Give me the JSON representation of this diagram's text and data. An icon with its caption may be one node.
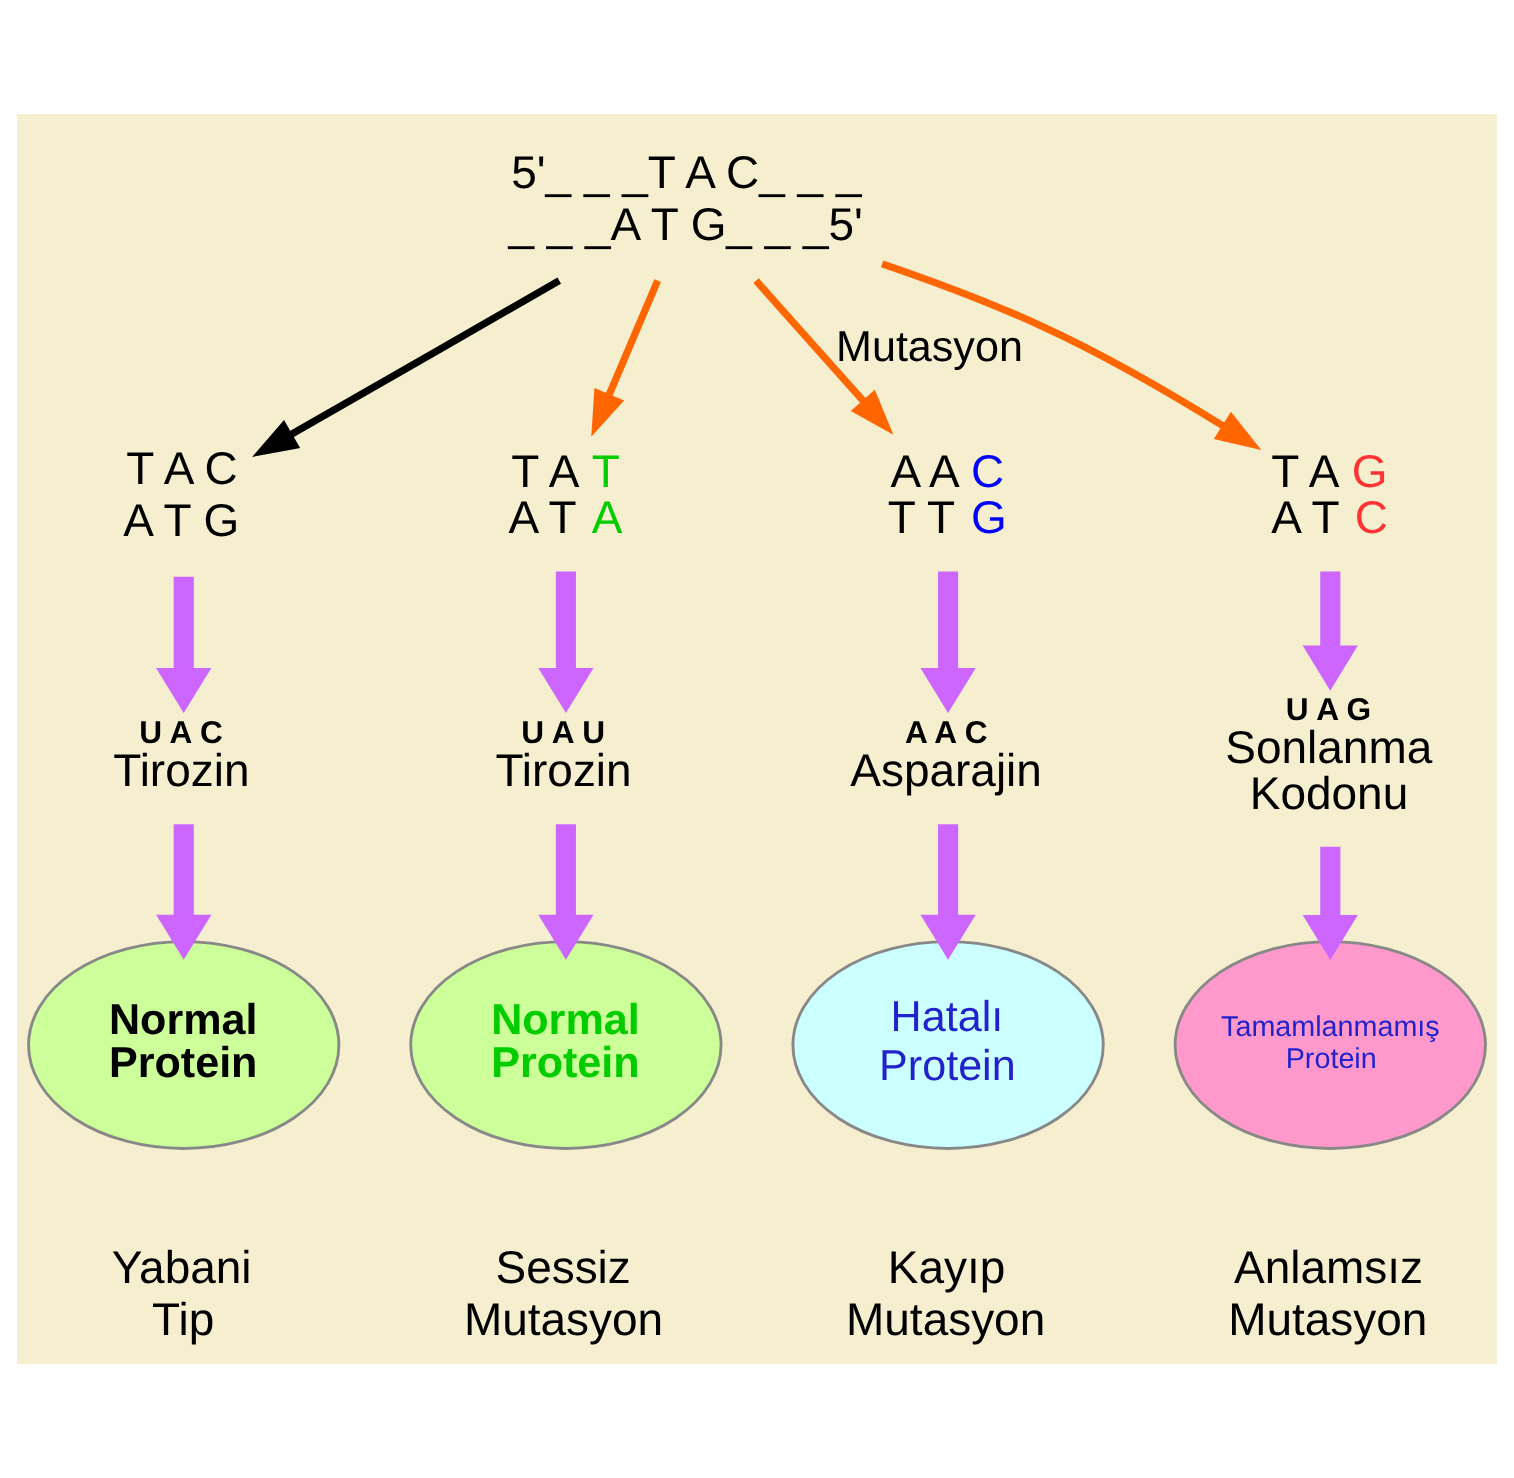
{
  "diagram": {
    "nodes": [
      {
        "text": [
          "5'_ _ _T A C_ _ _",
          "_ _ _A T G_ _ _5'"
        ]
      },
      {
        "text": [
          "T A C",
          "A T G"
        ]
      },
      {
        "text": [
          "T A T",
          "A T A"
        ]
      },
      {
        "text": [
          "A A C",
          "T T G"
        ]
      },
      {
        "text": [
          "T A G",
          "A T C"
        ]
      },
      {
        "text": [
          "U A C",
          "Tirozin"
        ]
      },
      {
        "text": [
          "U A U",
          "Tirozin"
        ]
      },
      {
        "text": [
          "A A C",
          "Asparajin"
        ]
      },
      {
        "text": [
          "U A G",
          "Sonlanma Kodonu"
        ]
      },
      {
        "text": [
          "Normal Protein"
        ],
        "beside": [
          "Yabani Tip"
        ]
      },
      {
        "text": [
          "Normal Protein"
        ],
        "beside": [
          "Sessiz Mutasyon"
        ]
      },
      {
        "text": [
          "Hatalı Protein"
        ],
        "beside": [
          "Kayıp Mutasyon"
        ]
      },
      {
        "text": [
          "Tamamlanmamış Protein"
        ],
        "beside": [
          "Anlamsız Mutasyon"
        ]
      }
    ],
    "edges": [
      {
        "from": 0,
        "to": 1,
        "arrow": "to",
        "color": "#000000"
      },
      {
        "from": 0,
        "to": 2,
        "arrow": "to",
        "color": "#ff6600"
      },
      {
        "from": 0,
        "to": 3,
        "arrow": "to",
        "color": "#ff6600",
        "label": "Mutasyon"
      },
      {
        "from": 0,
        "to": 4,
        "arrow": "to",
        "color": "#ff6600"
      },
      {
        "from": 1,
        "to": 5,
        "arrow": "to"
      },
      {
        "from": 2,
        "to": 6,
        "arrow": "to"
      },
      {
        "from": 3,
        "to": 7,
        "arrow": "to"
      },
      {
        "from": 4,
        "to": 8,
        "arrow": "to"
      },
      {
        "from": 5,
        "to": 9,
        "arrow": "to"
      },
      {
        "from": 6,
        "to": 10,
        "arrow": "to"
      },
      {
        "from": 7,
        "to": 11,
        "arrow": "to"
      },
      {
        "from": 8,
        "to": 12,
        "arrow": "to"
      }
    ]
  }
}
